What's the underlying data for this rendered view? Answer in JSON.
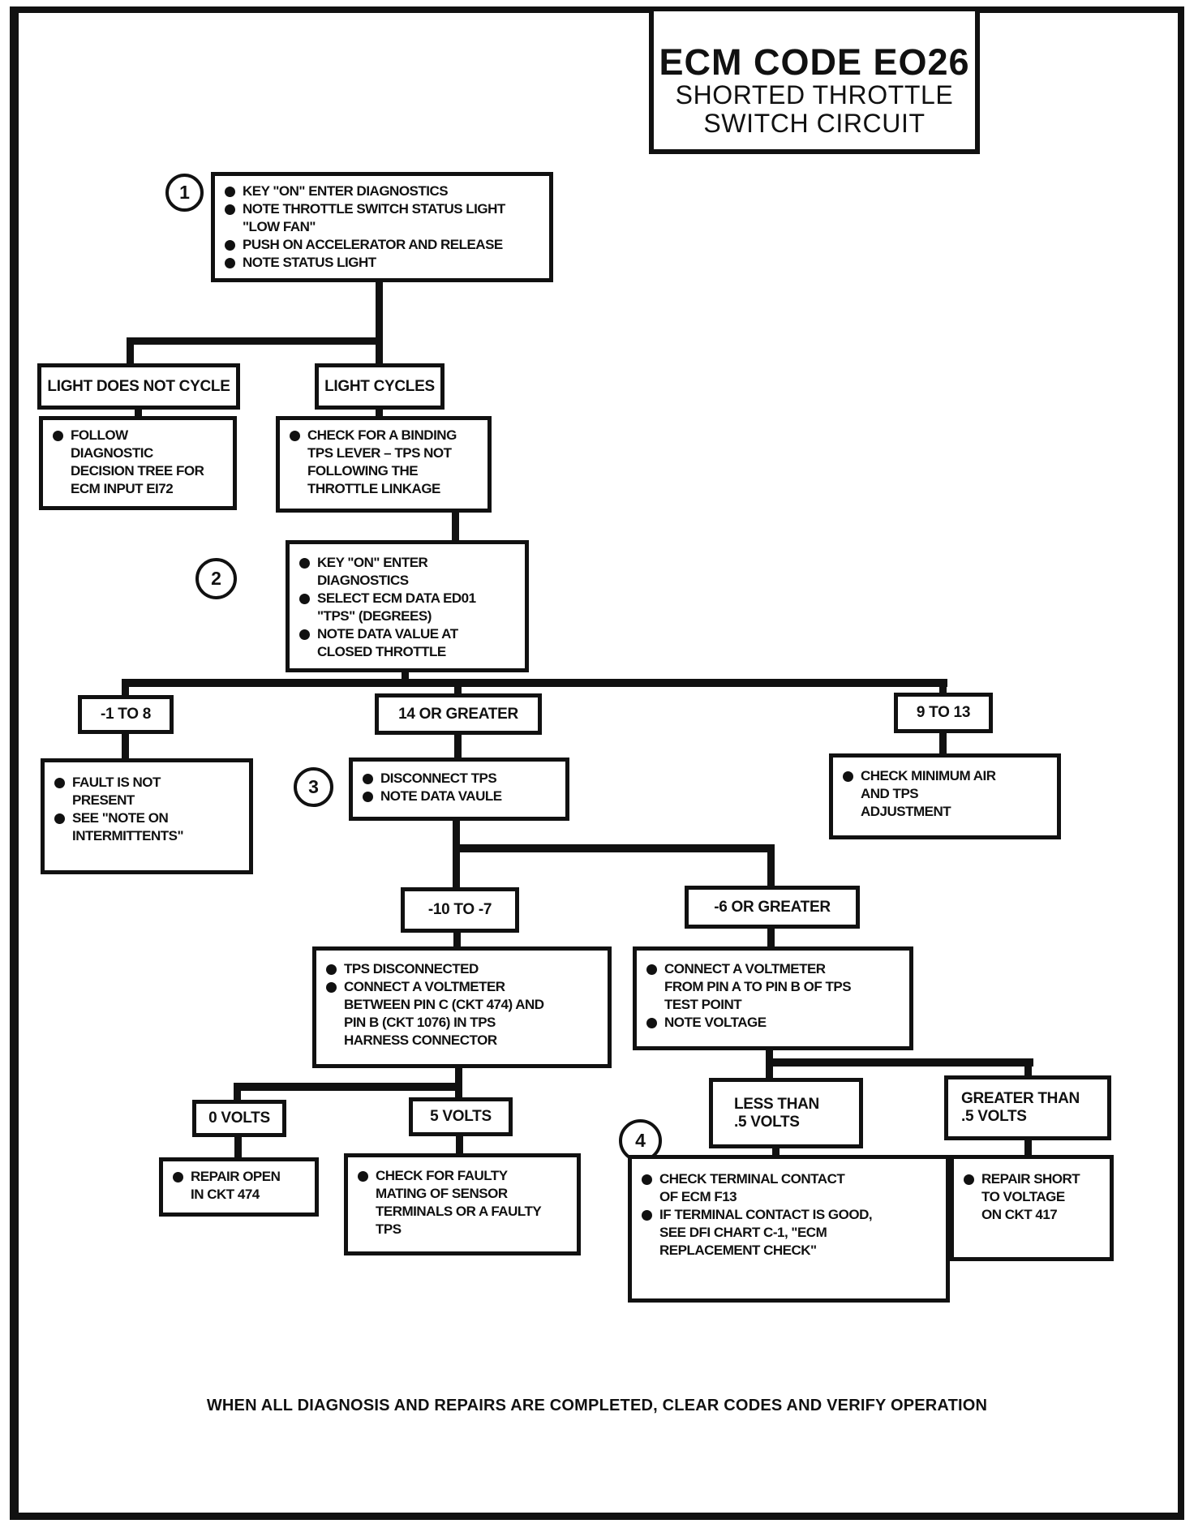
{
  "title": {
    "line1": "ECM CODE EO26",
    "line2": "SHORTED THROTTLE",
    "line3": "SWITCH CIRCUIT"
  },
  "steps": {
    "s1": {
      "num": "1",
      "items": [
        "KEY \"ON\" ENTER DIAGNOSTICS",
        "NOTE THROTTLE SWITCH STATUS LIGHT \"LOW FAN\"",
        "PUSH ON ACCELERATOR AND RELEASE",
        "NOTE STATUS LIGHT"
      ]
    },
    "s2": {
      "num": "2",
      "items": [
        "KEY \"ON\" ENTER DIAGNOSTICS",
        "SELECT ECM DATA ED01 \"TPS\" (DEGREES)",
        "NOTE DATA VALUE AT CLOSED THROTTLE"
      ]
    },
    "s3": {
      "num": "3",
      "items": [
        "DISCONNECT TPS",
        "NOTE DATA VAULE"
      ]
    },
    "s4": {
      "num": "4",
      "items": [
        "CHECK TERMINAL CONTACT OF ECM F13",
        "IF TERMINAL CONTACT IS GOOD, SEE DFI CHART C-1, \"ECM REPLACEMENT CHECK\""
      ]
    }
  },
  "branches": {
    "light_does_not_cycle": "LIGHT DOES NOT CYCLE",
    "light_cycles": "LIGHT CYCLES",
    "neg1_to_8": "-1 TO 8",
    "v14_or_greater": "14 OR GREATER",
    "v9_to_13": "9 TO 13",
    "neg10_to_neg7": "-10 TO -7",
    "neg6_or_greater": "-6 OR GREATER",
    "v0_volts": "0 VOLTS",
    "v5_volts": "5 VOLTS",
    "less_than": [
      "LESS THAN",
      ".5 VOLTS"
    ],
    "greater_than": [
      "GREATER THAN",
      ".5 VOLTS"
    ]
  },
  "actions": {
    "follow_diagnostic": [
      "FOLLOW DIAGNOSTIC DECISION TREE FOR ECM INPUT EI72"
    ],
    "check_binding": [
      "CHECK FOR A BINDING TPS LEVER – TPS NOT FOLLOWING THE THROTTLE LINKAGE"
    ],
    "fault_not_present": [
      "FAULT IS NOT PRESENT",
      "SEE \"NOTE ON INTERMITTENTS\""
    ],
    "check_minimum_air": [
      "CHECK MINIMUM AIR AND TPS ADJUSTMENT"
    ],
    "tps_disconnected": [
      "TPS DISCONNECTED",
      "CONNECT A VOLTMETER BETWEEN PIN C (CKT 474) AND PIN B (CKT 1076) IN TPS HARNESS CONNECTOR"
    ],
    "connect_voltmeter": [
      "CONNECT A VOLTMETER FROM PIN A TO PIN B OF TPS TEST POINT",
      "NOTE VOLTAGE"
    ],
    "repair_open": [
      "REPAIR OPEN IN CKT 474"
    ],
    "check_faulty_mating": [
      "CHECK FOR FAULTY MATING OF SENSOR TERMINALS OR A FAULTY TPS"
    ],
    "repair_short": [
      "REPAIR SHORT TO VOLTAGE ON CKT 417"
    ]
  },
  "footer": "WHEN ALL DIAGNOSIS AND REPAIRS ARE COMPLETED, CLEAR CODES AND VERIFY OPERATION",
  "colors": {
    "ink": "#111111",
    "paper": "#ffffff"
  }
}
